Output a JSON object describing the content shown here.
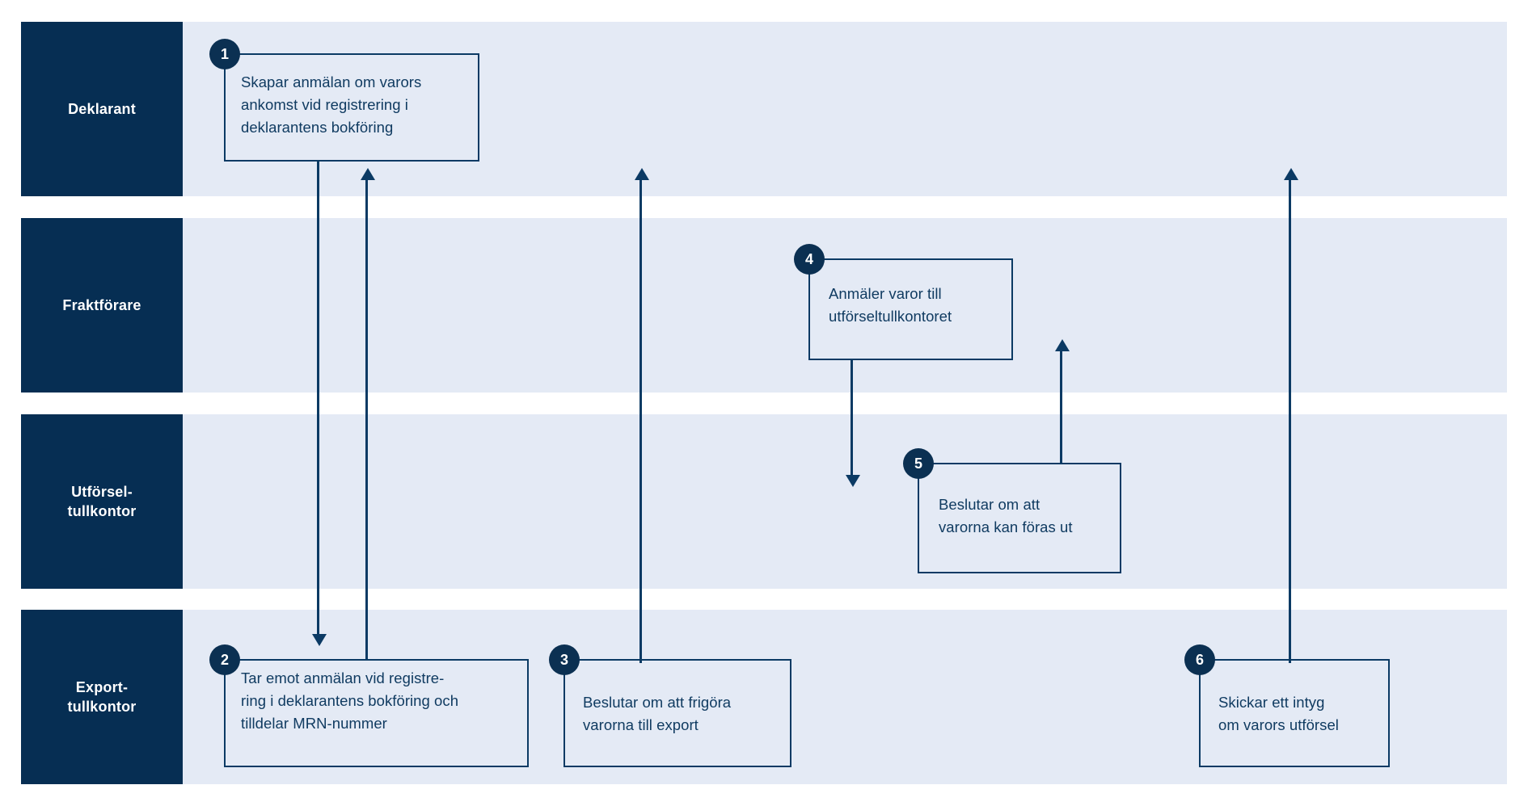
{
  "diagram": {
    "type": "swimlane-flowchart",
    "language": "sv",
    "colors": {
      "lane_label_bg": "#062e53",
      "lane_band_bg": "#e4eaf5",
      "box_border": "#0b3a64",
      "text": "#103b61",
      "badge_bg": "#0b3052",
      "badge_text": "#ffffff",
      "page_bg": "#ffffff"
    },
    "lanes": [
      {
        "id": "deklarant",
        "label": "Deklarant"
      },
      {
        "id": "fraktforare",
        "label": "Fraktförare"
      },
      {
        "id": "utforseltullkontor",
        "label": "Utförsel-\ntullkontor"
      },
      {
        "id": "exporttullkontor",
        "label": "Export-\ntullkontor"
      }
    ],
    "steps": [
      {
        "number": "1",
        "lane": "deklarant",
        "text": "Skapar anmälan om varors\nankomst vid registrering i\ndeklarantens bokföring"
      },
      {
        "number": "2",
        "lane": "exporttullkontor",
        "text": "Tar emot anmälan vid registre-\nring i deklarantens bokföring och\ntilldelar MRN-nummer"
      },
      {
        "number": "3",
        "lane": "exporttullkontor",
        "text": "Beslutar om att frigöra\nvarorna till export"
      },
      {
        "number": "4",
        "lane": "fraktforare",
        "text": "Anmäler varor till\nutförseltullkontoret"
      },
      {
        "number": "5",
        "lane": "utforseltullkontor",
        "text": "Beslutar om att\nvarorna kan föras ut"
      },
      {
        "number": "6",
        "lane": "exporttullkontor",
        "text": "Skickar ett intyg\nom varors utförsel"
      }
    ],
    "connectors": [
      {
        "id": "c1",
        "from": "1",
        "to": "2",
        "direction": "down"
      },
      {
        "id": "c2",
        "from": "2",
        "to": "1",
        "direction": "up"
      },
      {
        "id": "c3",
        "from": "3",
        "to": "1",
        "direction": "up"
      },
      {
        "id": "c4",
        "from": "4",
        "to": "5",
        "direction": "down"
      },
      {
        "id": "c5",
        "from": "5",
        "to": "4",
        "direction": "up"
      },
      {
        "id": "c6",
        "from": "6",
        "to": "1",
        "direction": "up"
      }
    ]
  }
}
